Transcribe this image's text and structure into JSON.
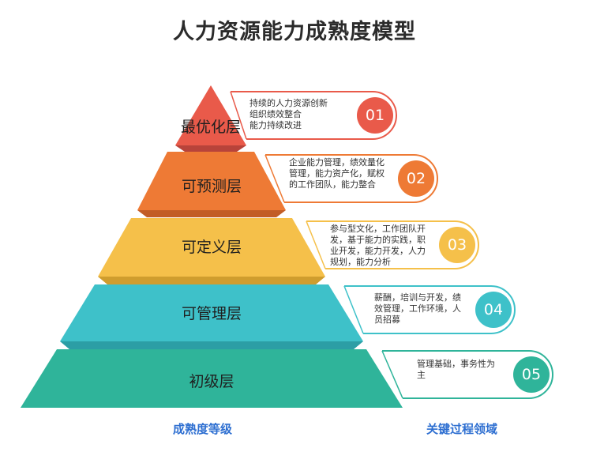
{
  "title": "人力资源能力成熟度模型",
  "levels": [
    {
      "name": "最优化层",
      "number": "01",
      "text": "持续的人力资源创新\n组织绩效整合\n能力持续改进",
      "color": "#e95a4a"
    },
    {
      "name": "可预测层",
      "number": "02",
      "text": "企业能力管理，绩效量化\n管理，能力资产化，赋权\n的工作团队，能力整合",
      "color": "#ee7a35"
    },
    {
      "name": "可定义层",
      "number": "03",
      "text": "参与型文化，工作团队开\n发，基于能力的实践，职\n业开发，能力开发，人力\n规划，能力分析",
      "color": "#f5c04a"
    },
    {
      "name": "可管理层",
      "number": "04",
      "text": "薪酬，培训与开发，绩\n效管理，工作环境，人\n员招募",
      "color": "#3ec1c9"
    },
    {
      "name": "初级层",
      "number": "05",
      "text": "管理基础，事务性为\n主",
      "color": "#2fb49a"
    }
  ],
  "footer": {
    "left": "成熟度等级",
    "right": "关键过程领域"
  }
}
